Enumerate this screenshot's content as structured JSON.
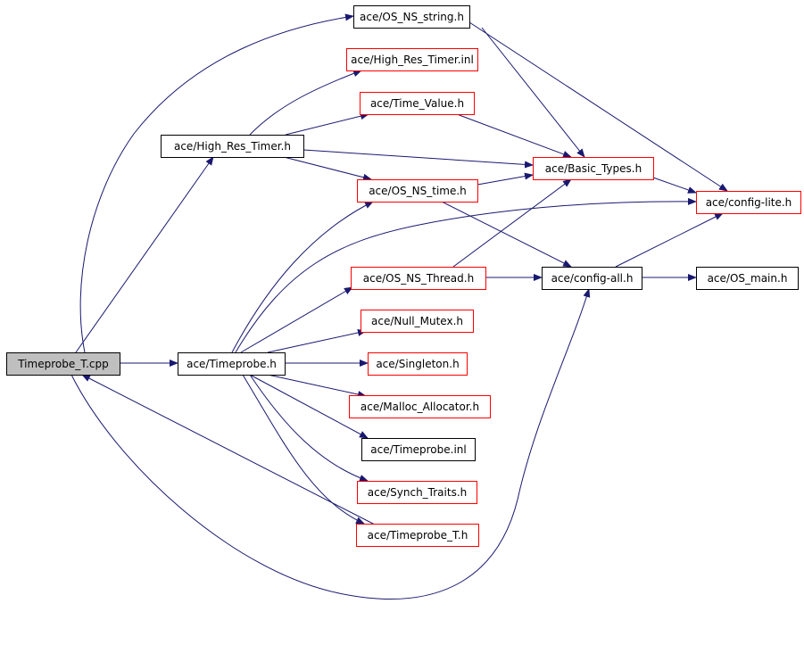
{
  "diagram": {
    "colors": {
      "edge": "#191970",
      "border_black": "#000000",
      "border_red": "#ff0000",
      "root_fill": "#bfbfbf",
      "node_fill": "#ffffff"
    },
    "nodes": [
      {
        "id": "timeprobe_t_cpp",
        "label": "Timeprobe_T.cpp",
        "style": "root"
      },
      {
        "id": "os_ns_string_h",
        "label": "ace/OS_NS_string.h",
        "style": "black"
      },
      {
        "id": "high_res_timer_inl",
        "label": "ace/High_Res_Timer.inl",
        "style": "red"
      },
      {
        "id": "time_value_h",
        "label": "ace/Time_Value.h",
        "style": "red"
      },
      {
        "id": "high_res_timer_h",
        "label": "ace/High_Res_Timer.h",
        "style": "black"
      },
      {
        "id": "basic_types_h",
        "label": "ace/Basic_Types.h",
        "style": "red"
      },
      {
        "id": "os_ns_time_h",
        "label": "ace/OS_NS_time.h",
        "style": "red"
      },
      {
        "id": "config_lite_h",
        "label": "ace/config-lite.h",
        "style": "red"
      },
      {
        "id": "os_ns_thread_h",
        "label": "ace/OS_NS_Thread.h",
        "style": "red"
      },
      {
        "id": "config_all_h",
        "label": "ace/config-all.h",
        "style": "black"
      },
      {
        "id": "os_main_h",
        "label": "ace/OS_main.h",
        "style": "black"
      },
      {
        "id": "null_mutex_h",
        "label": "ace/Null_Mutex.h",
        "style": "red"
      },
      {
        "id": "timeprobe_h",
        "label": "ace/Timeprobe.h",
        "style": "black"
      },
      {
        "id": "singleton_h",
        "label": "ace/Singleton.h",
        "style": "red"
      },
      {
        "id": "malloc_allocator_h",
        "label": "ace/Malloc_Allocator.h",
        "style": "red"
      },
      {
        "id": "timeprobe_inl",
        "label": "ace/Timeprobe.inl",
        "style": "black"
      },
      {
        "id": "synch_traits_h",
        "label": "ace/Synch_Traits.h",
        "style": "red"
      },
      {
        "id": "timeprobe_t_h",
        "label": "ace/Timeprobe_T.h",
        "style": "red"
      }
    ],
    "edges": [
      {
        "from": "timeprobe_t_cpp",
        "to": "os_ns_string_h"
      },
      {
        "from": "timeprobe_t_cpp",
        "to": "high_res_timer_h"
      },
      {
        "from": "timeprobe_t_cpp",
        "to": "timeprobe_h"
      },
      {
        "from": "timeprobe_t_cpp",
        "to": "config_all_h"
      },
      {
        "from": "os_ns_string_h",
        "to": "basic_types_h"
      },
      {
        "from": "os_ns_string_h",
        "to": "config_lite_h"
      },
      {
        "from": "high_res_timer_h",
        "to": "high_res_timer_inl"
      },
      {
        "from": "high_res_timer_h",
        "to": "time_value_h"
      },
      {
        "from": "high_res_timer_h",
        "to": "basic_types_h"
      },
      {
        "from": "high_res_timer_h",
        "to": "os_ns_time_h"
      },
      {
        "from": "time_value_h",
        "to": "basic_types_h"
      },
      {
        "from": "basic_types_h",
        "to": "config_lite_h"
      },
      {
        "from": "os_ns_time_h",
        "to": "basic_types_h"
      },
      {
        "from": "os_ns_time_h",
        "to": "config_all_h"
      },
      {
        "from": "config_all_h",
        "to": "config_lite_h"
      },
      {
        "from": "config_all_h",
        "to": "os_main_h"
      },
      {
        "from": "os_ns_thread_h",
        "to": "config_all_h"
      },
      {
        "from": "os_ns_thread_h",
        "to": "basic_types_h"
      },
      {
        "from": "timeprobe_h",
        "to": "os_ns_time_h"
      },
      {
        "from": "timeprobe_h",
        "to": "config_lite_h"
      },
      {
        "from": "timeprobe_h",
        "to": "os_ns_thread_h"
      },
      {
        "from": "timeprobe_h",
        "to": "null_mutex_h"
      },
      {
        "from": "timeprobe_h",
        "to": "singleton_h"
      },
      {
        "from": "timeprobe_h",
        "to": "malloc_allocator_h"
      },
      {
        "from": "timeprobe_h",
        "to": "timeprobe_inl"
      },
      {
        "from": "timeprobe_h",
        "to": "synch_traits_h"
      },
      {
        "from": "timeprobe_h",
        "to": "timeprobe_t_h"
      },
      {
        "from": "timeprobe_t_h",
        "to": "timeprobe_t_cpp"
      }
    ]
  }
}
